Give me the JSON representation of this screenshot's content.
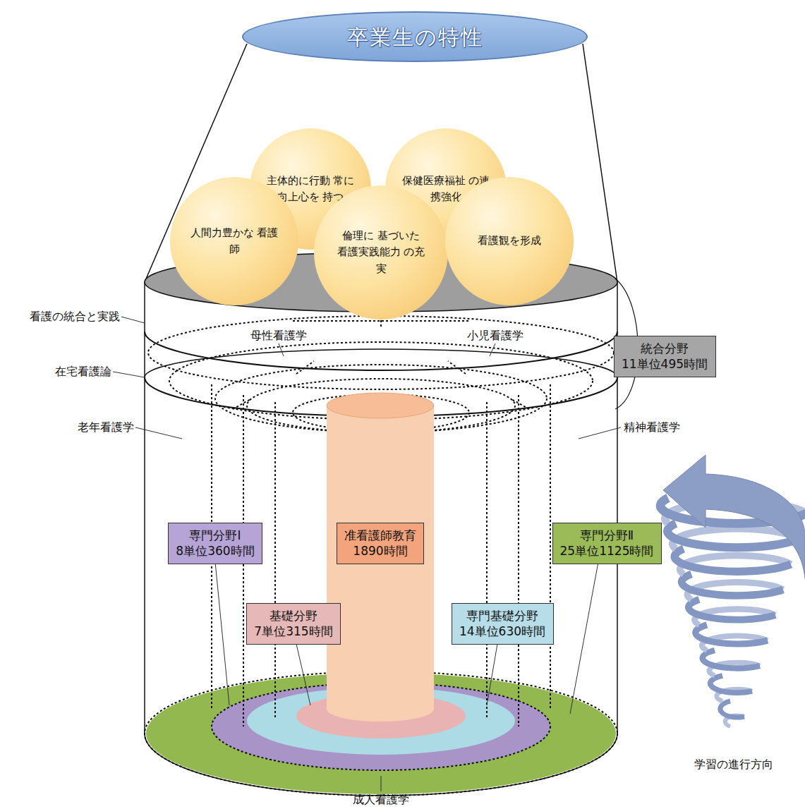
{
  "diagram": {
    "nodes": [
      {
        "text": [
          "卒業生の特性"
        ]
      },
      {
        "text": [
          "主体的に行動 常に向上心を 持つ"
        ]
      },
      {
        "text": [
          "保健医療福祉 の連携強化"
        ]
      },
      {
        "text": [
          "人間力豊かな 看護師"
        ]
      },
      {
        "text": [
          "倫理に 基づいた 看護実践能力 の充実"
        ]
      },
      {
        "text": [
          "看護観を形成"
        ]
      },
      {
        "text": [
          "統合分野",
          "11単位495時間"
        ]
      },
      {
        "text": [
          "専門分野Ⅰ",
          "8単位360時間"
        ]
      },
      {
        "text": [
          "准看護師教育",
          "1890時間"
        ]
      },
      {
        "text": [
          "専門分野Ⅱ",
          "25単位1125時間"
        ]
      },
      {
        "text": [
          "基礎分野",
          "7単位315時間"
        ]
      },
      {
        "text": [
          "専門基礎分野",
          "14単位630時間"
        ]
      }
    ],
    "labels": [
      "看護の統合と実践",
      "在宅看護論",
      "老年看護学",
      "母性看護学",
      "小児看護学",
      "精神看護学",
      "成人看護学",
      "学習の進行方向"
    ]
  }
}
